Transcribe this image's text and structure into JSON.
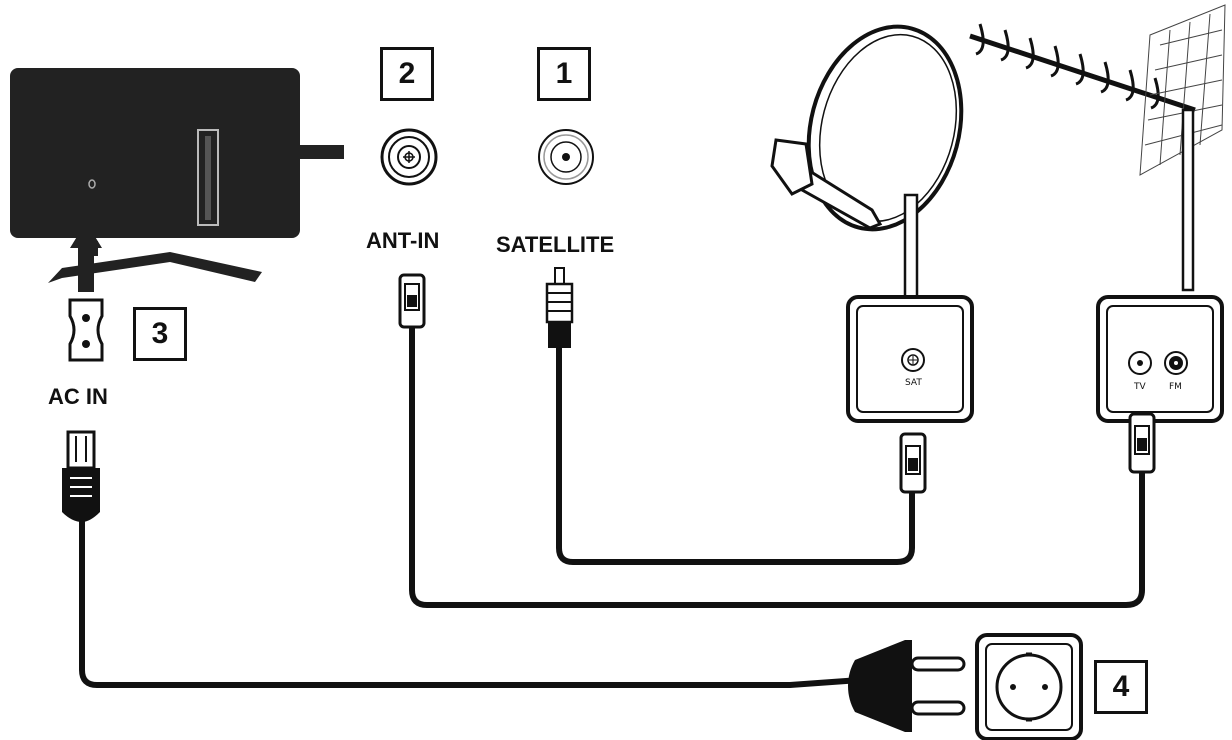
{
  "labels": {
    "ant_in": "ANT-IN",
    "satellite": "SATELLITE",
    "ac_in": "AC IN",
    "sat_socket": "SAT",
    "tv_socket": "TV",
    "fm_socket": "FM"
  },
  "step_numbers": {
    "one": "1",
    "two": "2",
    "three": "3",
    "four": "4"
  },
  "icons": [
    "tv-icon",
    "satellite-dish-icon",
    "aerial-antenna-icon",
    "coax-socket-icon",
    "power-plug-icon",
    "wall-outlet-icon",
    "arrow-icon"
  ],
  "colors": {
    "line": "#111111",
    "tv_body": "#222222",
    "background": "#ffffff"
  }
}
